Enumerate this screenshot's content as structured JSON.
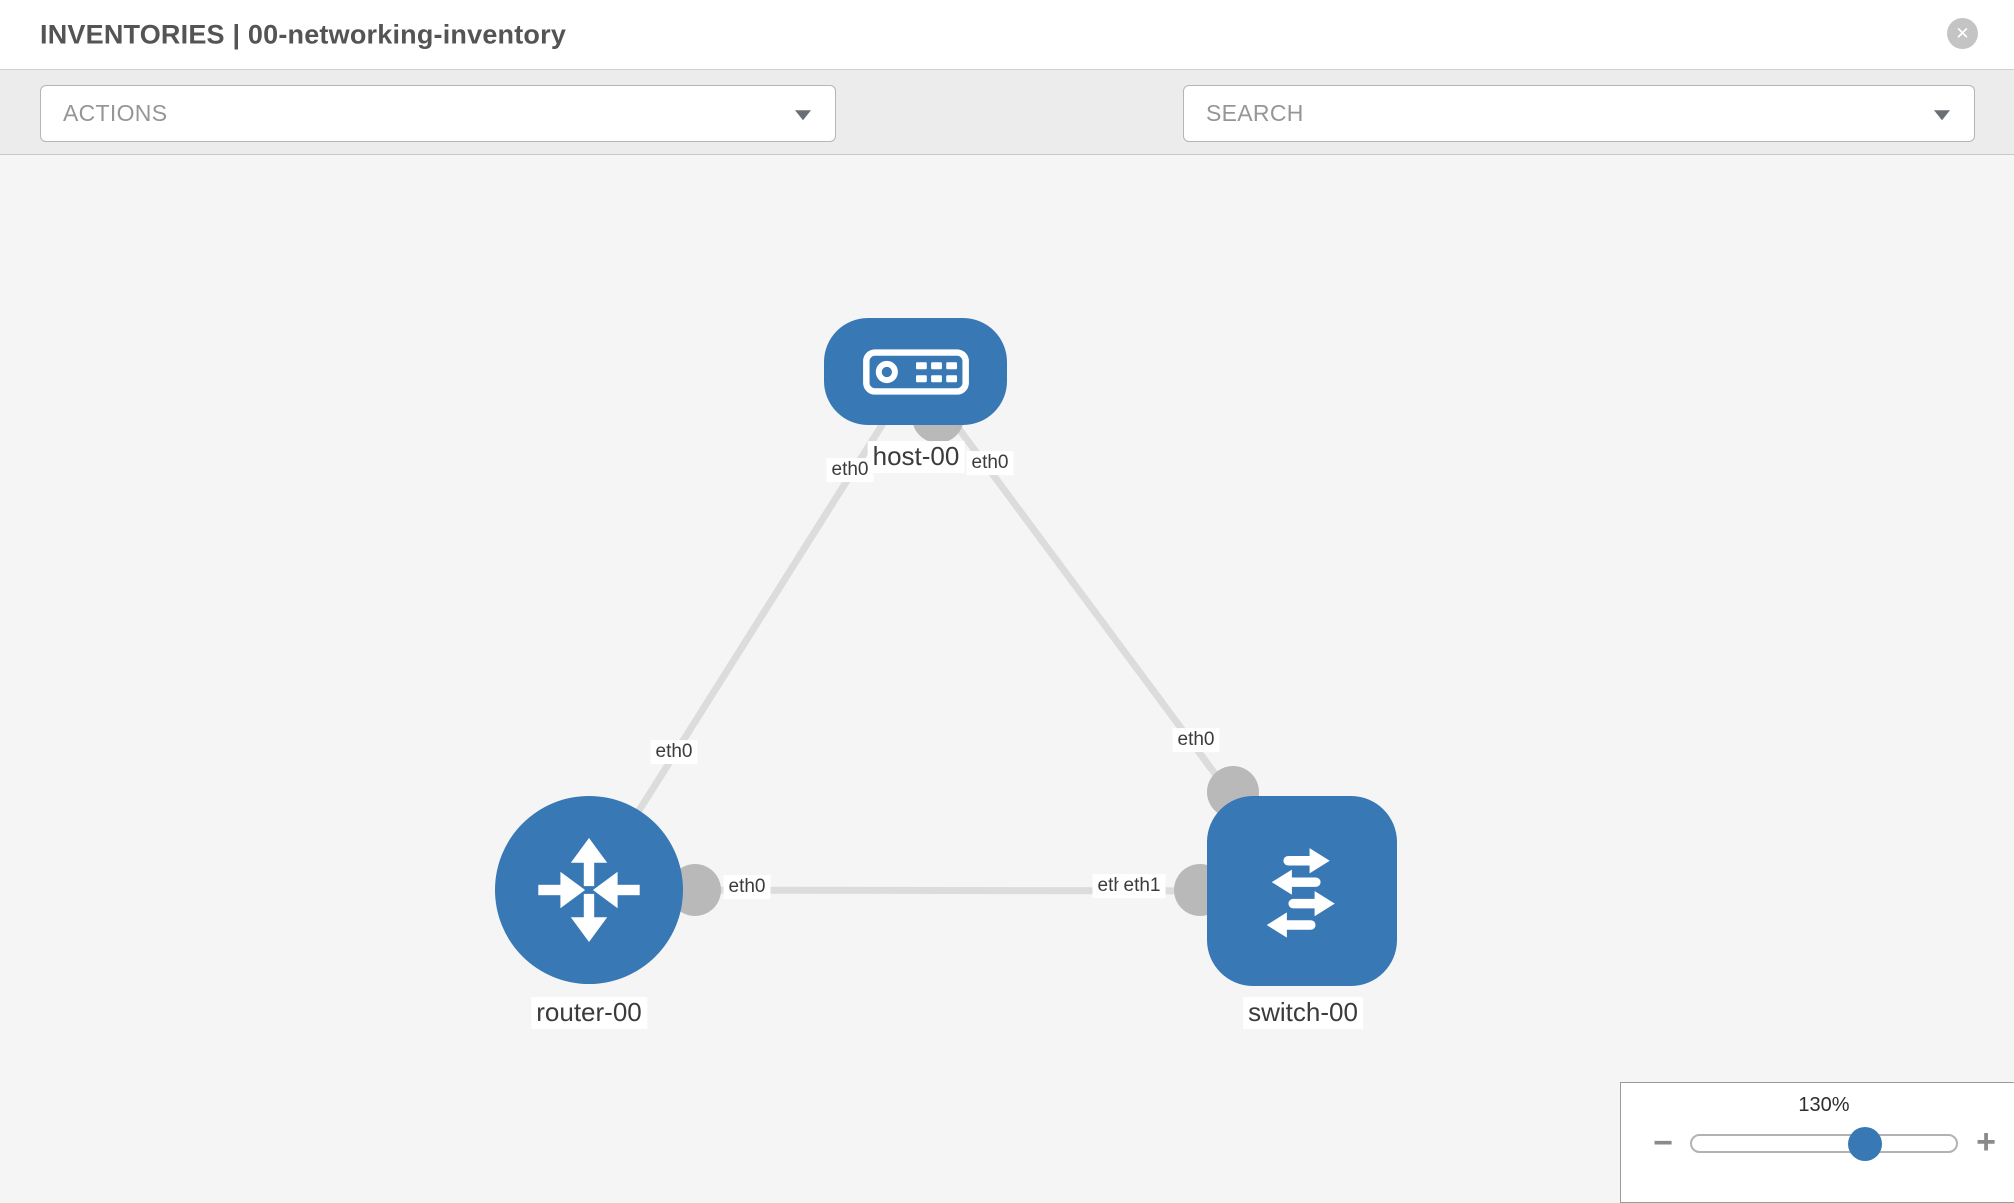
{
  "header": {
    "title": "INVENTORIES | 00-networking-inventory",
    "close_icon": "✕"
  },
  "toolbar": {
    "actions_label": "ACTIONS",
    "search_label": "SEARCH",
    "icons": [
      "wrench-icon",
      "key-icon"
    ]
  },
  "topology": {
    "nodes": [
      {
        "label": "host-00",
        "type": "host"
      },
      {
        "label": "router-00",
        "type": "router"
      },
      {
        "label": "switch-00",
        "type": "switch"
      }
    ],
    "links": [
      {
        "id": "host-router",
        "labels": [
          "eth0",
          "eth0"
        ]
      },
      {
        "id": "host-switch",
        "labels": [
          "eth0",
          "eth0"
        ]
      },
      {
        "id": "router-switch",
        "labels": [
          "eth0",
          "eth0",
          "eth1"
        ]
      }
    ]
  },
  "zoom_control": {
    "level": "130%",
    "minus": "−",
    "plus": "+"
  },
  "colors": {
    "node_blue": "#3778b5",
    "link_gray": "#dcdcdc",
    "port_circle_gray": "#b9b9b9",
    "toolbar_bg": "#ececec",
    "canvas_bg": "#f5f5f6"
  }
}
